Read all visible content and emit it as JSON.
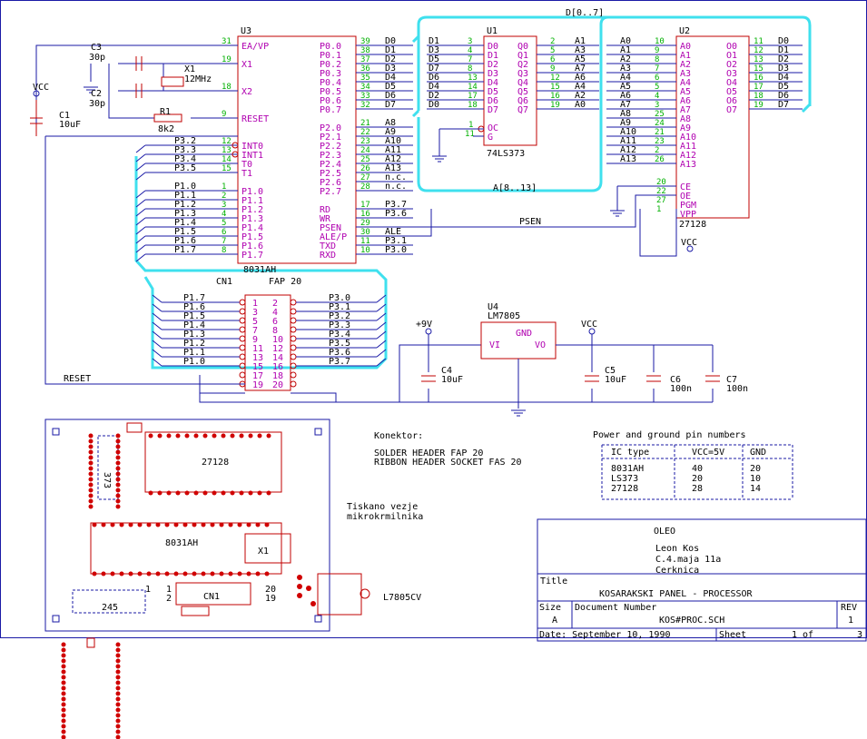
{
  "bus_label_data": "D[0..7]",
  "bus_label_addr": "A[8..13]",
  "u3": {
    "ref": "U3",
    "name": "8031AH",
    "left_pins": [
      {
        "num": "31",
        "label": "EA/VP"
      },
      {
        "num": "19",
        "label": "X1"
      },
      {
        "num": "18",
        "label": "X2"
      },
      {
        "num": "9",
        "label": "RESET"
      },
      {
        "num": "12",
        "label": "INT0"
      },
      {
        "num": "13",
        "label": "INT1"
      },
      {
        "num": "14",
        "label": "T0"
      },
      {
        "num": "15",
        "label": "T1"
      },
      {
        "num": "1",
        "label": "P1.0"
      },
      {
        "num": "2",
        "label": "P1.1"
      },
      {
        "num": "3",
        "label": "P1.2"
      },
      {
        "num": "4",
        "label": "P1.3"
      },
      {
        "num": "5",
        "label": "P1.4"
      },
      {
        "num": "6",
        "label": "P1.5"
      },
      {
        "num": "7",
        "label": "P1.6"
      },
      {
        "num": "8",
        "label": "P1.7"
      }
    ],
    "right_pins": [
      {
        "num": "39",
        "label": "P0.0"
      },
      {
        "num": "38",
        "label": "P0.1"
      },
      {
        "num": "37",
        "label": "P0.2"
      },
      {
        "num": "36",
        "label": "P0.3"
      },
      {
        "num": "35",
        "label": "P0.4"
      },
      {
        "num": "34",
        "label": "P0.5"
      },
      {
        "num": "33",
        "label": "P0.6"
      },
      {
        "num": "32",
        "label": "P0.7"
      },
      {
        "num": "21",
        "label": "P2.0"
      },
      {
        "num": "22",
        "label": "P2.1"
      },
      {
        "num": "23",
        "label": "P2.2"
      },
      {
        "num": "24",
        "label": "P2.3"
      },
      {
        "num": "25",
        "label": "P2.4"
      },
      {
        "num": "26",
        "label": "P2.5"
      },
      {
        "num": "27",
        "label": "P2.6"
      },
      {
        "num": "28",
        "label": "P2.7"
      },
      {
        "num": "17",
        "label": "RD"
      },
      {
        "num": "16",
        "label": "WR"
      },
      {
        "num": "29",
        "label": "PSEN"
      },
      {
        "num": "30",
        "label": "ALE/P"
      },
      {
        "num": "11",
        "label": "TXD"
      },
      {
        "num": "10",
        "label": "RXD"
      }
    ],
    "left_nets": [
      "P3.2",
      "P3.3",
      "P3.4",
      "P3.5",
      "P1.0",
      "P1.1",
      "P1.2",
      "P1.3",
      "P1.4",
      "P1.5",
      "P1.6",
      "P1.7"
    ],
    "right_nets": [
      "D0",
      "D1",
      "D2",
      "D3",
      "D4",
      "D5",
      "D6",
      "D7",
      "A8",
      "A9",
      "A10",
      "A11",
      "A12",
      "A13",
      "n.c.",
      "n.c.",
      "P3.7",
      "P3.6",
      "",
      "ALE",
      "P3.1",
      "P3.0"
    ]
  },
  "u1": {
    "ref": "U1",
    "name": "74LS373",
    "in_labels": [
      "D0",
      "D1",
      "D2",
      "D3",
      "D4",
      "D5",
      "D6",
      "D7"
    ],
    "in_nums": [
      "3",
      "4",
      "7",
      "8",
      "13",
      "14",
      "17",
      "18"
    ],
    "out_labels": [
      "Q0",
      "Q1",
      "Q2",
      "Q3",
      "Q4",
      "Q5",
      "Q6",
      "Q7"
    ],
    "out_nums": [
      "2",
      "5",
      "6",
      "9",
      "12",
      "15",
      "16",
      "19"
    ],
    "in_nets": [
      "D1",
      "D3",
      "D5",
      "D7",
      "D6",
      "D4",
      "D2",
      "D0"
    ],
    "out_nets": [
      "A1",
      "A3",
      "A5",
      "A7",
      "A6",
      "A4",
      "A2",
      "A0"
    ],
    "oc": {
      "num": "1",
      "label": "OC"
    },
    "g": {
      "num": "11",
      "label": "G"
    }
  },
  "u2": {
    "ref": "U2",
    "name": "27128",
    "addr_labels": [
      "A0",
      "A1",
      "A2",
      "A3",
      "A4",
      "A5",
      "A6",
      "A7",
      "A8",
      "A9",
      "A10",
      "A11",
      "A12",
      "A13"
    ],
    "addr_nums": [
      "10",
      "9",
      "8",
      "7",
      "6",
      "5",
      "4",
      "3",
      "25",
      "24",
      "21",
      "23",
      "2",
      "26"
    ],
    "addr_nets": [
      "A0",
      "A1",
      "A2",
      "A3",
      "A4",
      "A5",
      "A6",
      "A7",
      "A8",
      "A9",
      "A10",
      "A11",
      "A12",
      "A13"
    ],
    "out_labels": [
      "O0",
      "O1",
      "O2",
      "O3",
      "O4",
      "O5",
      "O6",
      "O7"
    ],
    "out_nums": [
      "11",
      "12",
      "13",
      "15",
      "16",
      "17",
      "18",
      "19"
    ],
    "out_nets": [
      "D0",
      "D1",
      "D2",
      "D3",
      "D4",
      "D5",
      "D6",
      "D7"
    ],
    "ctrl_labels": [
      "CE",
      "OE",
      "PGM",
      "VPP"
    ],
    "ctrl_nums": [
      "20",
      "22",
      "27",
      "1"
    ]
  },
  "cn1": {
    "ref": "CN1",
    "name": "FAP 20",
    "left_nets": [
      "P1.7",
      "P1.6",
      "P1.5",
      "P1.4",
      "P1.3",
      "P1.2",
      "P1.1",
      "P1.0",
      "",
      ""
    ],
    "right_nets": [
      "P3.0",
      "P3.1",
      "P3.2",
      "P3.3",
      "P3.4",
      "P3.5",
      "P3.6",
      "P3.7",
      "",
      ""
    ],
    "left_nums": [
      "1",
      "3",
      "5",
      "7",
      "9",
      "11",
      "13",
      "15",
      "17",
      "19"
    ],
    "right_nums": [
      "2",
      "4",
      "6",
      "8",
      "10",
      "12",
      "14",
      "16",
      "18",
      "20"
    ]
  },
  "u4": {
    "ref": "U4",
    "name": "LM7805",
    "vi": "VI",
    "vo": "VO",
    "gnd": "GND"
  },
  "parts": {
    "c3": "C3",
    "c3v": "30p",
    "c2": "C2",
    "c2v": "30p",
    "x1": "X1",
    "x1v": "12MHz",
    "r1": "R1",
    "r1v": "8k2",
    "c1": "C1",
    "c1v": "10uF",
    "c4": "C4",
    "c4v": "10uF",
    "c5": "C5",
    "c5v": "10uF",
    "c6": "C6",
    "c6v": "100n",
    "c7": "C7",
    "c7v": "100n"
  },
  "nets": {
    "vcc": "VCC",
    "v9": "+9V",
    "reset": "RESET",
    "psen": "PSEN"
  },
  "konektor": {
    "title": "Konektor:",
    "line1": "SOLDER HEADER FAP 20",
    "line2": "RIBBON HEADER SOCKET FAS 20"
  },
  "pins_table": {
    "title": "Power and ground pin numbers",
    "headers": [
      "IC type",
      "VCC=5V",
      "GND"
    ],
    "rows": [
      [
        "8031AH",
        "40",
        "20"
      ],
      [
        "LS373",
        "20",
        "10"
      ],
      [
        "27128",
        "28",
        "14"
      ]
    ]
  },
  "pcb": {
    "note1": "Tiskano vezje",
    "note2": "mikrokrmilnika",
    "ic_eprom": "27128",
    "ic_mcu": "8031AH",
    "xtal": "X1",
    "cn": "CN1",
    "reg": "L7805CV",
    "chip245": "245",
    "ls373": "373",
    "pin1": "1",
    "pin2": "2",
    "pin19": "19",
    "pin20": "20",
    "pin1b": "1"
  },
  "title_block": {
    "company": "OLEO",
    "author": "Leon Kos",
    "street": "C.4.maja 11a",
    "city": "Cerknica",
    "title_lbl": "Title",
    "title": "KOSARAKSKI PANEL - PROCESSOR",
    "size_lbl": "Size",
    "size": "A",
    "docnum_lbl": "Document Number",
    "docnum": "KOS#PROC.SCH",
    "rev_lbl": "REV",
    "rev": "1",
    "date": "Date: September 10, 1990",
    "sheet": "Sheet",
    "sheet_of": "1 of",
    "sheet_total": "3"
  },
  "colors": {
    "wire": "#1a1aa6",
    "bus": "#3fe0ee",
    "component": "#c00000",
    "pin_label": "#b000b0",
    "pin_number": "#00b000"
  }
}
